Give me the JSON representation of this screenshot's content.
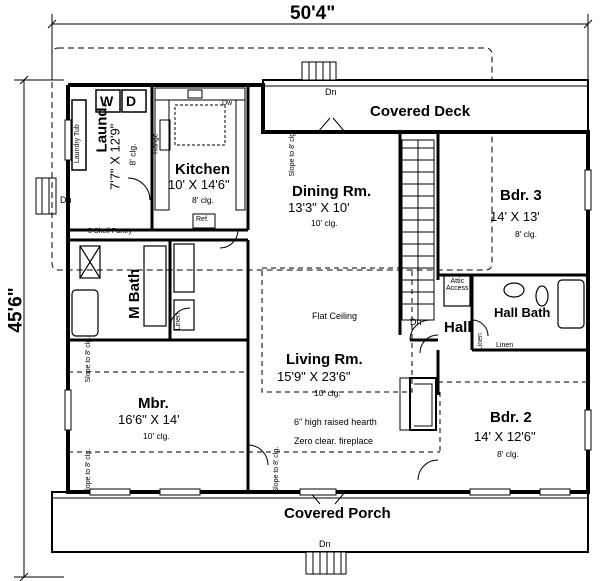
{
  "dimensions": {
    "width": "50'4\"",
    "depth": "45'6\""
  },
  "rooms": {
    "covered_deck": "Covered Deck",
    "laundry": {
      "name": "Laund.",
      "size": "7'7\" X 12'9\"",
      "ceiling": "8' clg."
    },
    "kitchen": {
      "name": "Kitchen",
      "size": "10' X 14'6\"",
      "ceiling": "8' clg."
    },
    "dining": {
      "name": "Dining Rm.",
      "size": "13'3\" X 10'",
      "ceiling": "10' clg."
    },
    "bdr3": {
      "name": "Bdr. 3",
      "size": "14' X 13'",
      "ceiling": "8' clg."
    },
    "m_bath": {
      "name": "M Bath"
    },
    "hall": {
      "name": "Hall"
    },
    "hall_bath": {
      "name": "Hall Bath"
    },
    "living": {
      "name": "Living Rm.",
      "size": "15'9\" X 23'6\"",
      "ceiling": "10' clg."
    },
    "mbr": {
      "name": "Mbr.",
      "size": "16'6\" X 14'",
      "ceiling": "10' clg."
    },
    "bdr2": {
      "name": "Bdr. 2",
      "size": "14' X 12'6\"",
      "ceiling": "8' clg."
    },
    "covered_porch": "Covered Porch"
  },
  "labels": {
    "dn": "Dn",
    "washer": "W",
    "dryer": "D",
    "dw": "Dw",
    "laundry_tub": "Laundry Tub",
    "range": "Range",
    "ref": "Ref.",
    "pantry": "5 Shelf Pantry",
    "slope": "Slope",
    "to_8_clg": "to 8' clg.",
    "flat_ceiling": "Flat Ceiling",
    "linen": "Linen",
    "attic_access_1": "Attic",
    "attic_access_2": "Access",
    "hearth": "6\" high raised hearth",
    "fireplace": "Zero clear. fireplace"
  }
}
